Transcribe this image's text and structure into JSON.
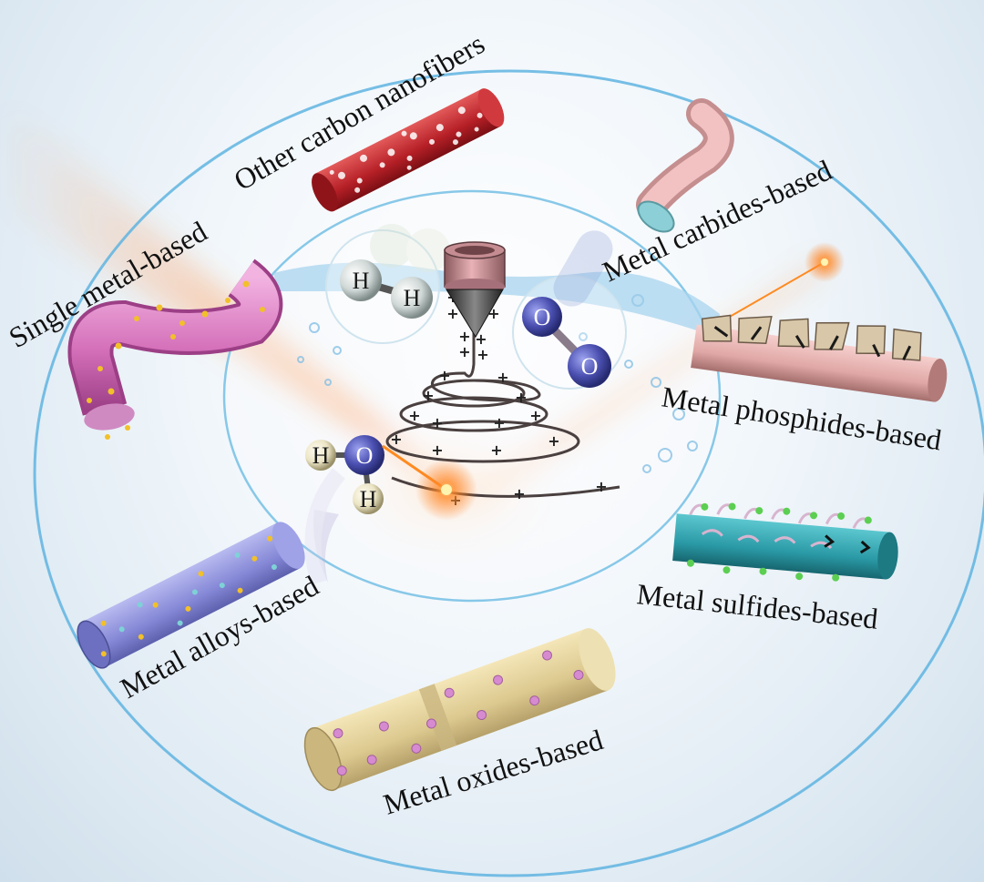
{
  "labels": {
    "other_carbon": "Other carbon nanofibers",
    "metal_carbides": "Metal carbides-based",
    "single_metal": "Single metal-based",
    "metal_phosphides": "Metal phosphides-based",
    "metal_sulfides": "Metal sulfides-based",
    "metal_alloys": "Metal alloys-based",
    "metal_oxides": "Metal oxides-based"
  },
  "molecules": {
    "hydrogen_atom_1": "H",
    "hydrogen_atom_2": "H",
    "oxygen_atom_1": "O",
    "oxygen_atom_2": "O",
    "water_h_left": "H",
    "water_o": "O",
    "water_h_bottom": "H"
  },
  "charge_symbol": "+",
  "colors": {
    "ring": "#5fb4e0",
    "carbon_fiber": "#c0272d",
    "single_metal_fiber": "#d97ec0",
    "carbide_fiber": "#e6b8b8",
    "phosphide_fiber": "#e8b6b4",
    "sulfide_fiber": "#2fa3ae",
    "alloy_fiber": "#8c8fd8",
    "oxide_fiber": "#e2cf98",
    "oxygen_atom": "#4a4fb0",
    "glow": "#ff7a1a"
  },
  "icons": [
    "spinneret-icon",
    "hydrogen-molecule-icon",
    "oxygen-molecule-icon",
    "water-molecule-icon",
    "spark-icon"
  ]
}
